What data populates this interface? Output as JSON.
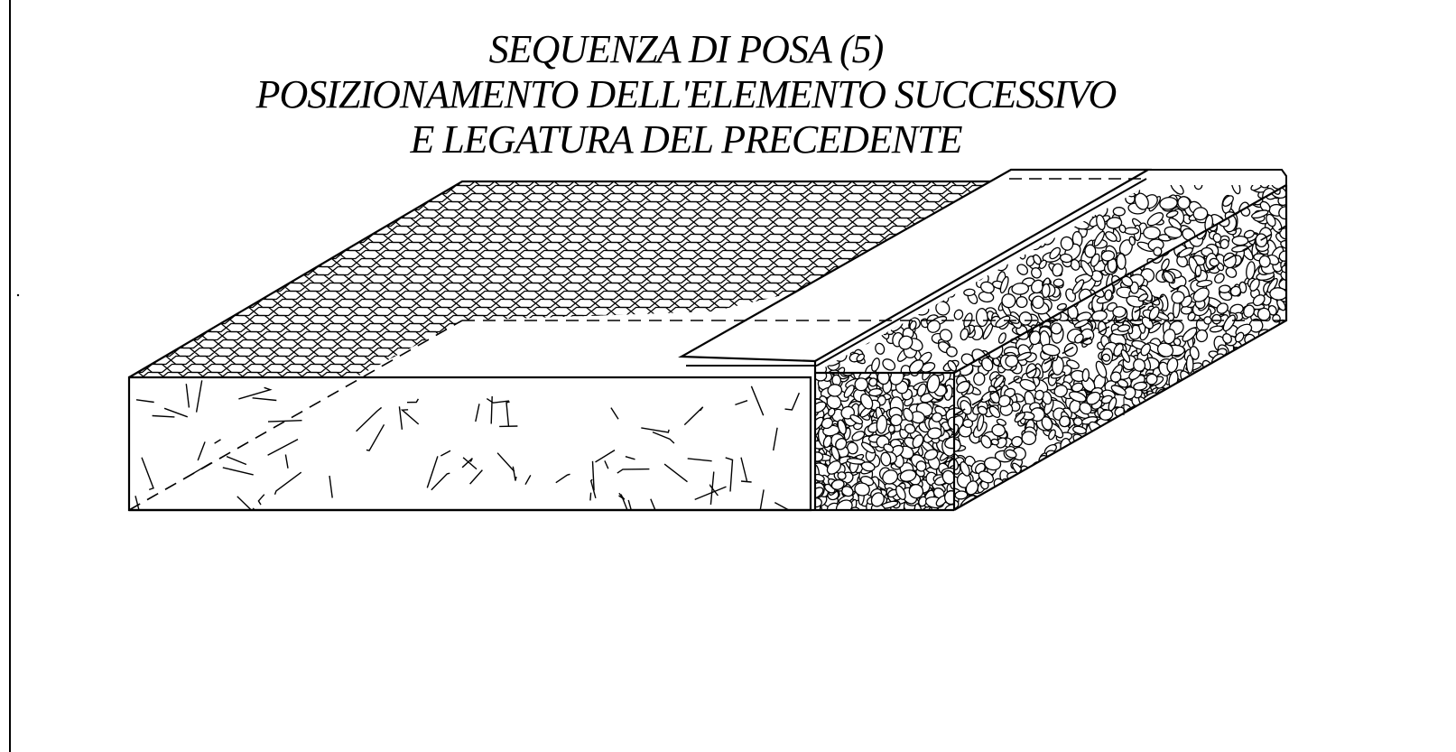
{
  "title": {
    "line1": "SEQUENZA DI POSA (5)",
    "line2": "POSIZIONAMENTO DELL'ELEMENTO SUCCESSIVO",
    "line3": "E LEGATURA DEL PRECEDENTE"
  },
  "colors": {
    "ink": "#000000",
    "paper": "#ffffff"
  }
}
